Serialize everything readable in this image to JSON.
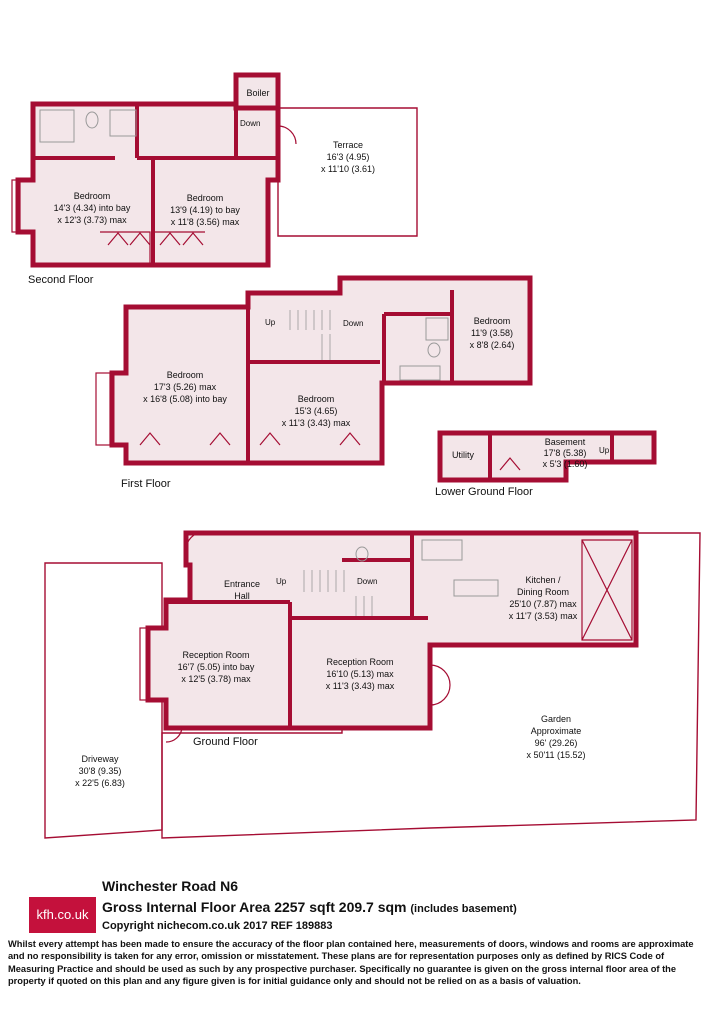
{
  "colors": {
    "wall": "#a50d33",
    "room_fill": "#f3e6e9",
    "logo_bg": "#c4113c"
  },
  "second_floor": {
    "caption": "Second Floor",
    "boiler": "Boiler",
    "down": "Down",
    "terrace": {
      "name": "Terrace",
      "dim1": "16'3 (4.95)",
      "dim2": "x 11'10 (3.61)"
    },
    "bedroom_left": {
      "name": "Bedroom",
      "dim1": "14'3 (4.34) into bay",
      "dim2": "x 12'3 (3.73) max"
    },
    "bedroom_right": {
      "name": "Bedroom",
      "dim1": "13'9 (4.19) to bay",
      "dim2": "x 11'8 (3.56) max"
    }
  },
  "first_floor": {
    "caption": "First Floor",
    "up": "Up",
    "down": "Down",
    "bedroom_front": {
      "name": "Bedroom",
      "dim1": "17'3 (5.26) max",
      "dim2": "x 16'8 (5.08) into bay"
    },
    "bedroom_middle": {
      "name": "Bedroom",
      "dim1": "15'3 (4.65)",
      "dim2": "x 11'3 (3.43) max"
    },
    "bedroom_rear": {
      "name": "Bedroom",
      "dim1": "11'9 (3.58)",
      "dim2": "x 8'8 (2.64)"
    }
  },
  "lower_ground": {
    "caption": "Lower Ground Floor",
    "utility": "Utility",
    "up": "Up",
    "basement": {
      "name": "Basement",
      "dim1": "17'8 (5.38)",
      "dim2": "x 5'3 (1.60)"
    }
  },
  "ground_floor": {
    "caption": "Ground Floor",
    "up": "Up",
    "down": "Down",
    "entrance": {
      "line1": "Entrance",
      "line2": "Hall"
    },
    "reception_front": {
      "name": "Reception Room",
      "dim1": "16'7 (5.05) into bay",
      "dim2": "x 12'5 (3.78) max"
    },
    "reception_rear": {
      "name": "Reception Room",
      "dim1": "16'10 (5.13) max",
      "dim2": "x 11'3 (3.43) max"
    },
    "kitchen": {
      "line1": "Kitchen /",
      "line2": "Dining Room",
      "dim1": "25'10 (7.87) max",
      "dim2": "x 11'7 (3.53) max"
    },
    "garden": {
      "line1": "Garden",
      "line2": "Approximate",
      "dim1": "96' (29.26)",
      "dim2": "x 50'11 (15.52)"
    },
    "driveway": {
      "name": "Driveway",
      "dim1": "30'8 (9.35)",
      "dim2": "x 22'5 (6.83)"
    }
  },
  "footer": {
    "logo": "kfh.co.uk",
    "address": "Winchester Road N6",
    "area": "Gross Internal Floor Area 2257 sqft 209.7 sqm",
    "area_note": "(includes basement)",
    "copyright": "Copyright nichecom.co.uk 2017 REF 189883",
    "disclaimer": "Whilst every attempt has been made to ensure the accuracy of the floor plan contained here, measurements of doors, windows and rooms are approximate and no responsibility is taken for any error, omission or misstatement.  These plans are for representation purposes only as defined by RICS Code of Measuring Practice and should be used as such by any prospective purchaser.  Specifically no guarantee is given on the gross internal floor area of the property if quoted on this plan and any figure given is for initial guidance only and should not be relied on as a basis of valuation."
  }
}
